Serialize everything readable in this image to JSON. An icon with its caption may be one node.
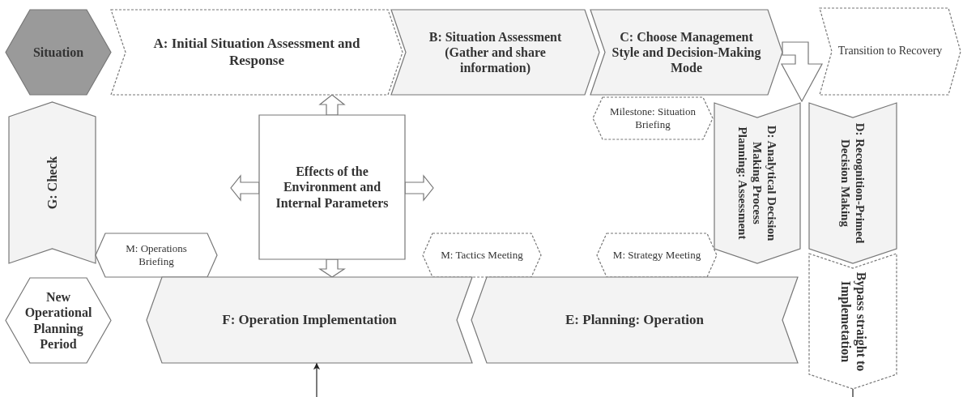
{
  "diagram": {
    "nodes": [
      {
        "text": [
          "Situation"
        ]
      },
      {
        "text": [
          "A: Initial Situation Assessment and Response"
        ]
      },
      {
        "text": [
          "B: Situation Assessment (Gather and share information)"
        ]
      },
      {
        "text": [
          "C: Choose Management Style and Decision-Making Mode"
        ]
      },
      {
        "text": [
          "Transition to Recovery"
        ]
      },
      {
        "text": [
          "G: Check"
        ]
      },
      {
        "text": [
          "Effects of the Environment and Internal Parameters"
        ]
      },
      {
        "text": [
          "Milestone: Situation Briefing"
        ]
      },
      {
        "text": [
          "D: Analytical Decision Making Process Planning: Assessment"
        ]
      },
      {
        "text": [
          "D: Recognition-Primed Decision Making"
        ]
      },
      {
        "text": [
          "M: Operations Briefing"
        ]
      },
      {
        "text": [
          "M: Tactics Meeting"
        ]
      },
      {
        "text": [
          "M: Strategy Meeting"
        ]
      },
      {
        "text": [
          "New Operational Planning Period"
        ]
      },
      {
        "text": [
          "F: Operation Implementation"
        ]
      },
      {
        "text": [
          "E: Planning: Operation"
        ]
      },
      {
        "text": [
          "Bypass straight to Implemetation"
        ]
      }
    ],
    "edges": [
      {
        "from": 6,
        "to": 1,
        "arrow": "to",
        "style": "thick"
      },
      {
        "from": 6,
        "to": null,
        "arrow": "to",
        "style": "thick"
      },
      {
        "from": 6,
        "to": null,
        "arrow": "to",
        "style": "thick"
      },
      {
        "from": 6,
        "to": 14,
        "arrow": "to",
        "style": "thick"
      },
      {
        "from": null,
        "to": 14,
        "arrow": "to"
      },
      {
        "from": 3,
        "to": null,
        "arrow": "to",
        "style": "thick"
      },
      {
        "from": 16,
        "to": null,
        "arrow": "none"
      }
    ]
  }
}
